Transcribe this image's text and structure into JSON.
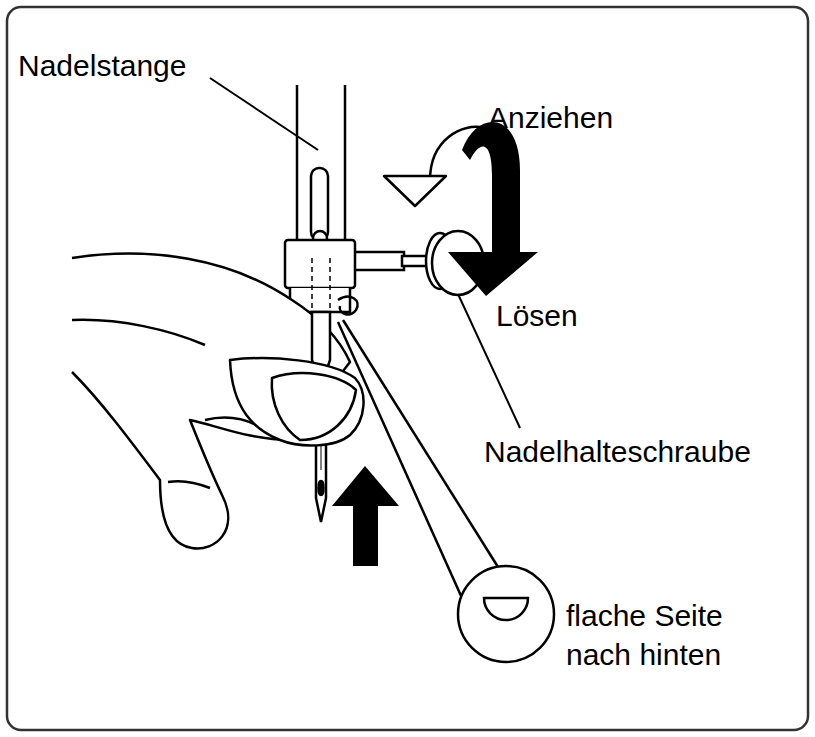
{
  "diagram": {
    "labels": [
      "Nadelstange",
      "Anziehen",
      "Lösen",
      "Nadelhalteschraube",
      "flache Seite nach hinten"
    ]
  }
}
